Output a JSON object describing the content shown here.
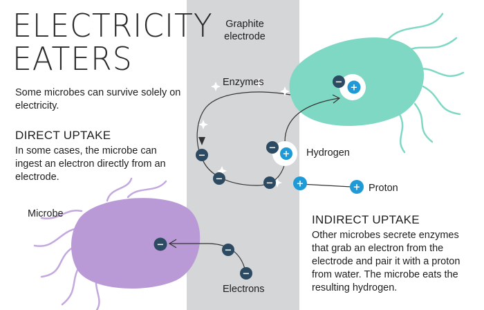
{
  "title": {
    "line1": "ELECTRICITY",
    "line2": "EATERS"
  },
  "intro": "Some microbes can survive solely on electricity.",
  "direct": {
    "heading": "DIRECT UPTAKE",
    "text": "In some cases, the microbe can ingest an electron directly from an electrode."
  },
  "indirect": {
    "heading": "INDIRECT UPTAKE",
    "text": "Other microbes secrete enzymes that grab an electron from the electrode and pair it with a proton from water. The microbe eats the resulting hydrogen."
  },
  "labels": {
    "graphite_electrode": "Graphite electrode",
    "enzymes": "Enzymes",
    "hydrogen": "Hydrogen",
    "proton": "Proton",
    "microbe": "Microbe",
    "electrons": "Electrons"
  },
  "symbols": {
    "electron": "−",
    "proton": "+"
  },
  "colors": {
    "electrode": "#d5d6d8",
    "green_microbe": "#7fd8c4",
    "purple_microbe": "#b99ad6",
    "electron": "#2d4a63",
    "proton": "#1f9ad6"
  }
}
